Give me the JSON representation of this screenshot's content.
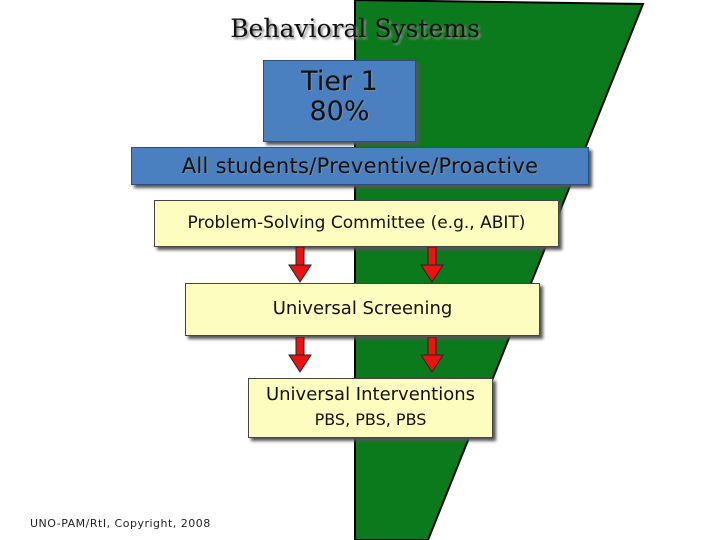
{
  "title": "Behavioral Systems",
  "tier": {
    "line1": "Tier 1",
    "line2": "80%"
  },
  "banner": "All students/Preventive/Proactive",
  "steps": [
    {
      "label": "Problem-Solving Committee (e.g., ABIT)"
    },
    {
      "label": "Universal Screening"
    },
    {
      "label": "Universal Interventions",
      "sublabel": "PBS, PBS, PBS"
    }
  ],
  "footer": "UNO-PAM/RtI, Copyright, 2008",
  "colors": {
    "wedge": "#0a7a1c",
    "blue_box": "#4a7fc0",
    "yellow_box": "#fefdc0",
    "arrow": "#ee1111"
  }
}
